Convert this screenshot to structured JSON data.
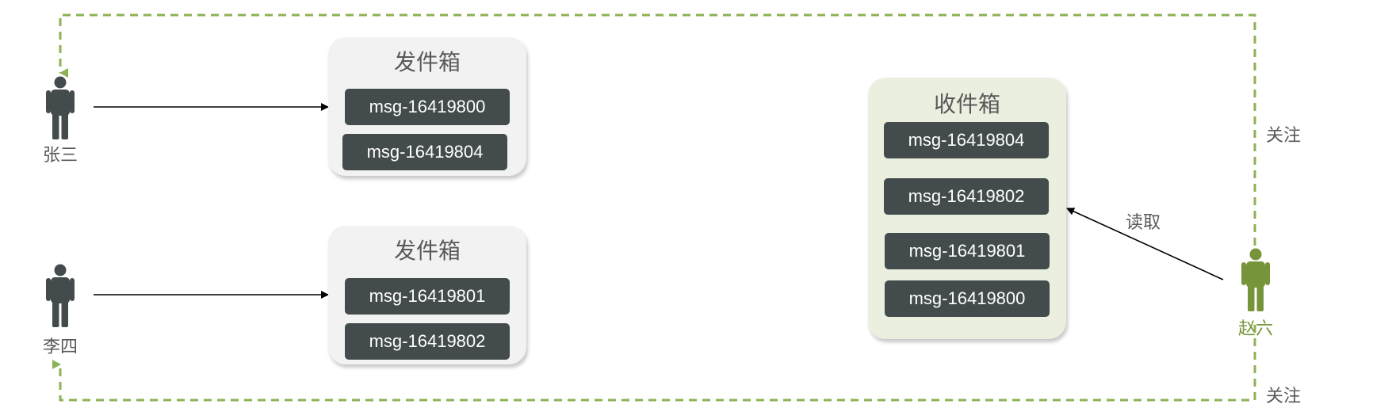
{
  "people": {
    "zhangsan": {
      "name": "张三"
    },
    "lisi": {
      "name": "李四"
    },
    "zhaoliu": {
      "name": "赵六"
    }
  },
  "outbox_1": {
    "title": "发件箱",
    "messages": [
      "msg-16419800",
      "msg-16419804"
    ]
  },
  "outbox_2": {
    "title": "发件箱",
    "messages": [
      "msg-16419801",
      "msg-16419802"
    ]
  },
  "inbox": {
    "title": "收件箱",
    "messages": [
      "msg-16419804",
      "msg-16419802",
      "msg-16419801",
      "msg-16419800"
    ]
  },
  "edges": {
    "read_label": "读取",
    "follow_top_label": "关注",
    "follow_bottom_label": "关注"
  },
  "colors": {
    "person_dark": "#444b4c",
    "person_green": "#76953a",
    "follow_line": "#8db255",
    "msg_bg": "#444b4c",
    "outbox_bg": "#f2f2f2",
    "inbox_bg": "#ebefdf"
  }
}
